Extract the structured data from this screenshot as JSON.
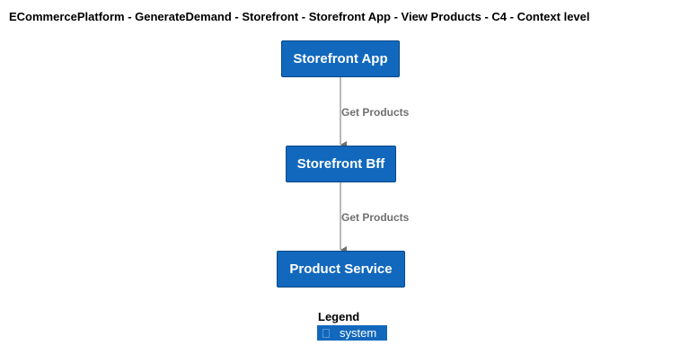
{
  "title": "ECommercePlatform - GenerateDemand - Storefront - Storefront App - View Products - C4 - Context level",
  "nodes": {
    "storefront_app": {
      "label": "Storefront App"
    },
    "storefront_bff": {
      "label": "Storefront Bff"
    },
    "product_service": {
      "label": "Product Service"
    }
  },
  "edges": [
    {
      "from": "Storefront App",
      "to": "Storefront Bff",
      "label": "Get Products"
    },
    {
      "from": "Storefront Bff",
      "to": "Product Service",
      "label": "Get Products"
    }
  ],
  "legend": {
    "title": "Legend",
    "items": [
      {
        "label": "system",
        "color": "#1168bd",
        "icon": "system-icon"
      }
    ]
  },
  "colors": {
    "system_fill": "#1168bd",
    "system_border": "#0b4884",
    "edge": "#707070"
  }
}
